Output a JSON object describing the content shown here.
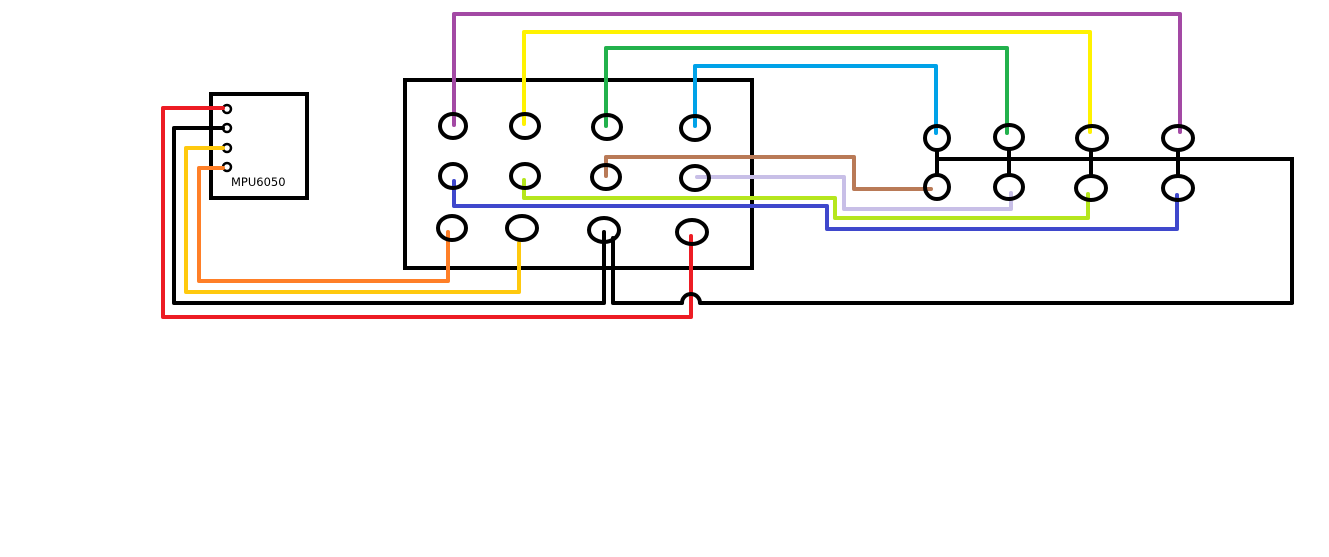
{
  "sensor": {
    "label": "MPU6050",
    "pin_count": 4
  },
  "colors": {
    "outline": "#000000",
    "red": "#ed1c24",
    "black": "#000000",
    "yellow_orange": "#ffc90e",
    "orange": "#ff7f27",
    "purple": "#a349a4",
    "yellow": "#fff200",
    "green": "#22b14c",
    "cyan": "#00a2e8",
    "brown": "#b97a57",
    "lavender": "#c8bfe7",
    "lime": "#b5e61d",
    "blue": "#3f48cc"
  },
  "connector_board": {
    "rows": 3,
    "cols": 4
  },
  "switch_array": {
    "rows": 2,
    "cols": 4
  }
}
